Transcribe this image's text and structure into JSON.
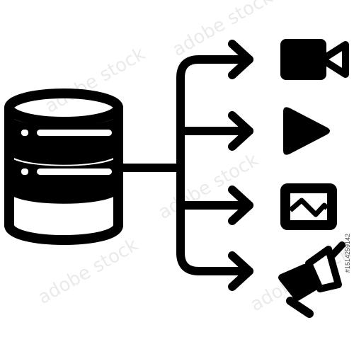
{
  "watermark": {
    "text": "adobe stock",
    "opacity": 0.1
  },
  "side_id": "#1514259142",
  "colors": {
    "ink": "#000000",
    "paper": "#ffffff"
  },
  "icons": {
    "source": "database-icon",
    "branches": [
      "video-camera-icon",
      "play-icon",
      "image-icon",
      "megaphone-icon"
    ]
  }
}
